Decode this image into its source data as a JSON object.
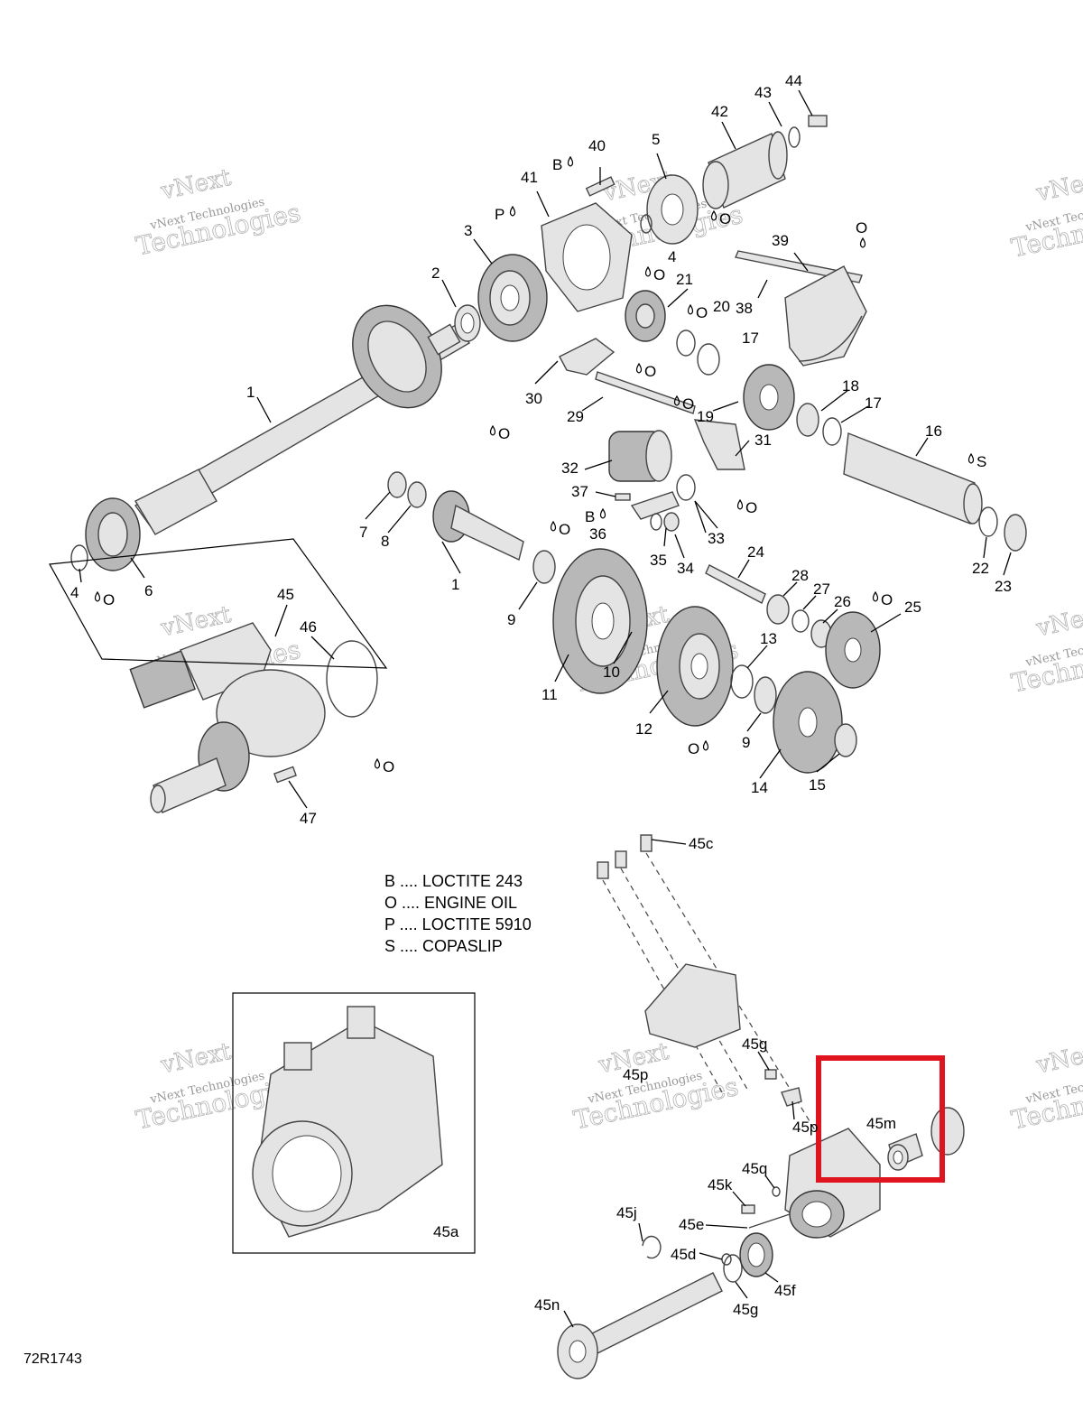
{
  "figure_code": "72R1743",
  "watermark": {
    "line1": "vNext",
    "line2": "vNext Technologies",
    "line3": "Technologies"
  },
  "legend": [
    {
      "code": "B",
      "text": "B .... LOCTITE 243"
    },
    {
      "code": "O",
      "text": "O .... ENGINE OIL"
    },
    {
      "code": "P",
      "text": "P .... LOCTITE 5910"
    },
    {
      "code": "S",
      "text": "S .... COPASLIP"
    }
  ],
  "callouts": {
    "c1a": "1",
    "c1b": "1",
    "c2": "2",
    "c3": "3",
    "c4a": "4",
    "c4b": "4",
    "c5": "5",
    "c6": "6",
    "c7": "7",
    "c8": "8",
    "c9a": "9",
    "c9b": "9",
    "c10": "10",
    "c11": "11",
    "c12": "12",
    "c13": "13",
    "c14": "14",
    "c15": "15",
    "c16": "16",
    "c17a": "17",
    "c17b": "17",
    "c18": "18",
    "c19": "19",
    "c20": "20",
    "c21": "21",
    "c22": "22",
    "c23": "23",
    "c24": "24",
    "c25": "25",
    "c26": "26",
    "c27": "27",
    "c28": "28",
    "c29": "29",
    "c30": "30",
    "c31": "31",
    "c32": "32",
    "c33": "33",
    "c34": "34",
    "c35": "35",
    "c36": "36",
    "c37": "37",
    "c38": "38",
    "c39": "39",
    "c40": "40",
    "c41": "41",
    "c42": "42",
    "c43": "43",
    "c44": "44",
    "c45": "45",
    "c46": "46",
    "c47": "47",
    "c45a": "45a",
    "c45c": "45c",
    "c45d": "45d",
    "c45e": "45e",
    "c45f": "45f",
    "c45g1": "45g",
    "c45g2": "45g",
    "c45j": "45j",
    "c45k": "45k",
    "c45m": "45m",
    "c45n": "45n",
    "c45p1": "45p",
    "c45p2": "45p",
    "c45q": "45q"
  },
  "lube_marks": {
    "B": "B",
    "O": "O",
    "P": "P",
    "S": "S"
  },
  "colors": {
    "highlight": "#e0141e",
    "parts_fill": "#e4e4e4",
    "parts_stroke": "#444444"
  }
}
